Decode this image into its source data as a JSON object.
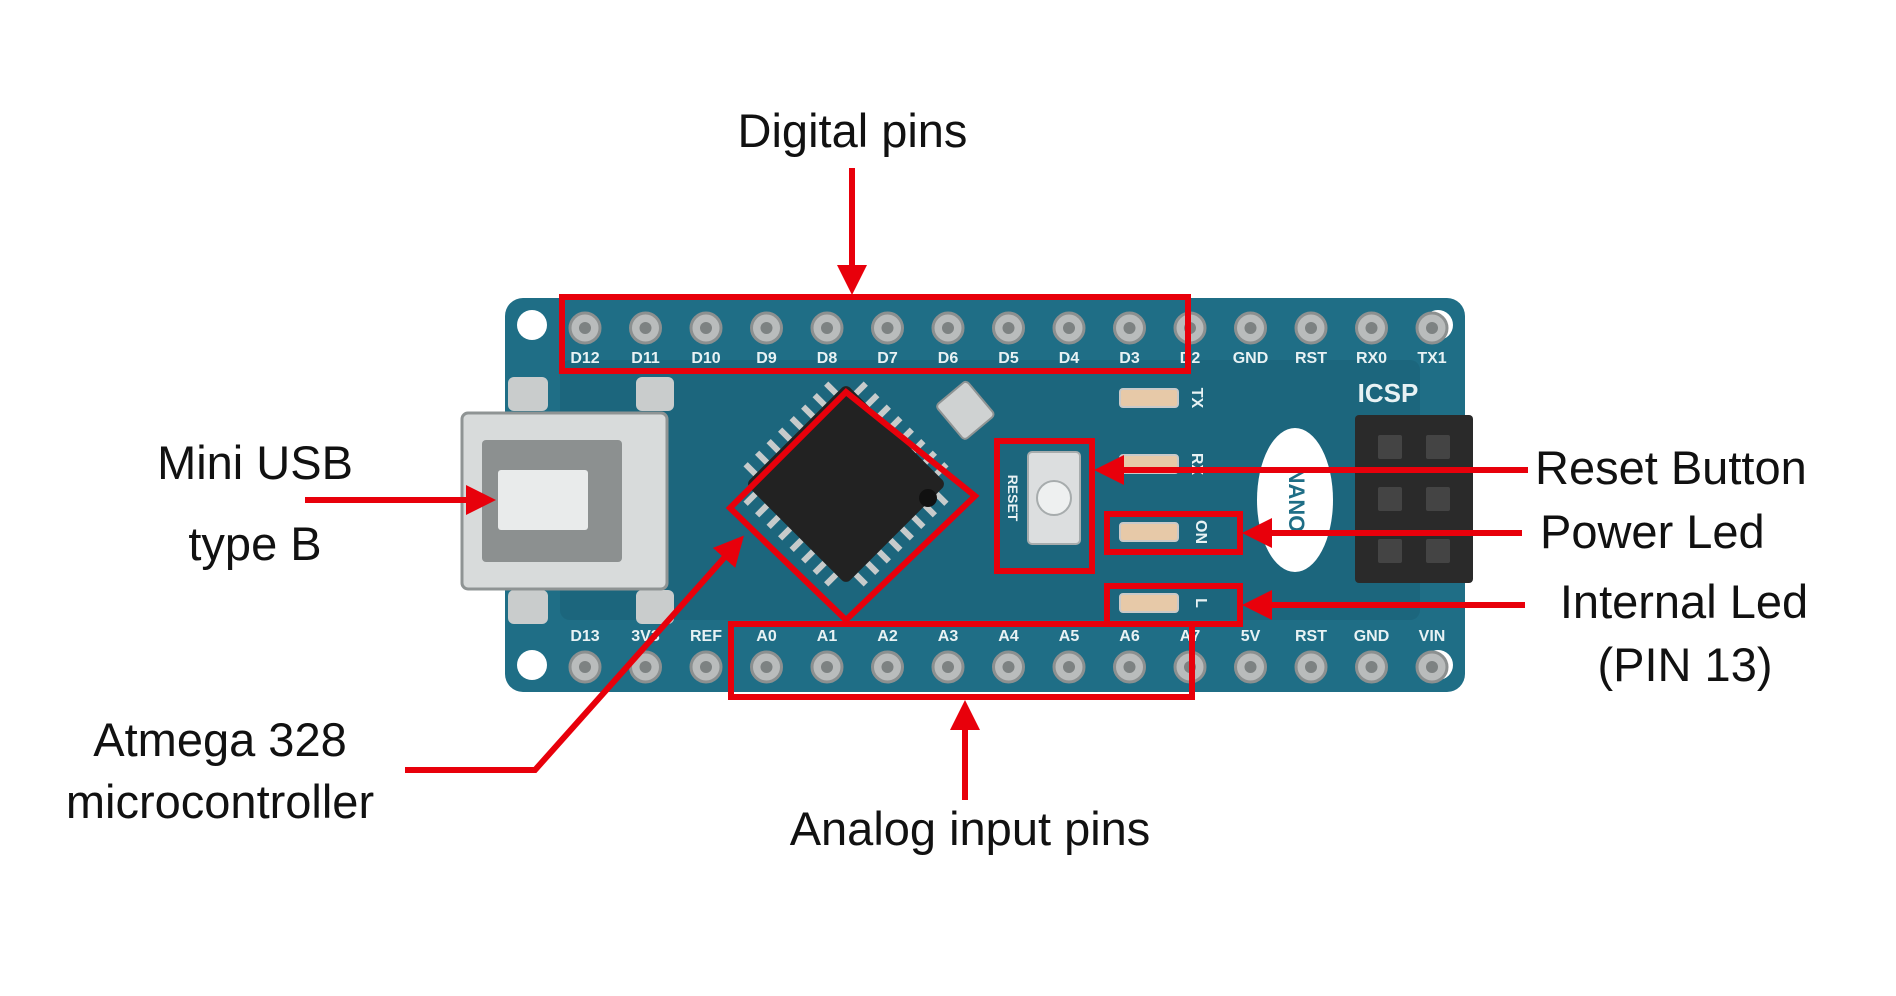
{
  "colors": {
    "annotation": "#e8000b",
    "board": "#1f6e86",
    "board_dark": "#175a6e",
    "silkscreen": "#e8f2f4",
    "chip": "#222222",
    "pad": "#b9bcbc",
    "background": "#ffffff"
  },
  "labels": {
    "digital_pins": "Digital pins",
    "mini_usb_line1": "Mini USB",
    "mini_usb_line2": "type B",
    "reset_button": "Reset Button",
    "power_led": "Power Led",
    "internal_led_line1": "Internal Led",
    "internal_led_line2": "(PIN 13)",
    "atmega_line1": "Atmega 328",
    "atmega_line2": "microcontroller",
    "analog_pins": "Analog input pins"
  },
  "board": {
    "top_pins": [
      "D12",
      "D11",
      "D10",
      "D9",
      "D8",
      "D7",
      "D6",
      "D5",
      "D4",
      "D3",
      "D2",
      "GND",
      "RST",
      "RX0",
      "TX1"
    ],
    "bottom_pins": [
      "D13",
      "3V3",
      "REF",
      "A0",
      "A1",
      "A2",
      "A3",
      "A4",
      "A5",
      "A6",
      "A7",
      "5V",
      "RST",
      "GND",
      "VIN"
    ],
    "icsp": "ICSP",
    "reset_text": "RESET",
    "led_tx": "TX",
    "led_rx": "RX",
    "led_on": "ON",
    "led_l": "L",
    "nano_text": "NANO"
  },
  "icons": {
    "usb": "mini-usb-connector-icon",
    "chip": "microcontroller-chip-icon",
    "button": "push-button-icon",
    "led": "smd-led-icon"
  }
}
